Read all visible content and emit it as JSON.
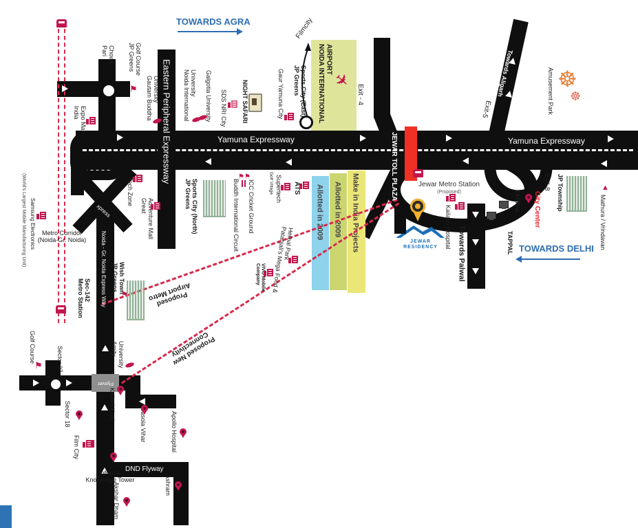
{
  "directions": {
    "agra": "TOWARDS AGRA",
    "delhi": "TOWARDS DELHI"
  },
  "roads": {
    "yamuna": "Yamuna Expressway",
    "eastern": "Eastern Peripheral Expressway",
    "noida_gr": "Noida - Gr. Noida Express Way",
    "dnd": "DND Flyway",
    "toll_plaza": "JEWAR TOLL PLAZA",
    "jewar": "JEWAR",
    "towards_aligarh": "Towards Aligarh",
    "towards_palwal": "Towards Palwal",
    "xpress": "xpress",
    "flyover": "Flyover",
    "exit4": "Exit - 4",
    "exit5": "Exit-5",
    "exit8": "Exit-8"
  },
  "airport": {
    "name": "NOIDA INTERNATIONAL\nAIRPORT"
  },
  "legend": {
    "blue": "Allotted in 2009",
    "green": "Allotted in 2009",
    "yellow": "Make in India Projects"
  },
  "transit": {
    "metro_station": "Jewar Metro Station",
    "metro_station_sub": "(Proposed)",
    "metro_corridor": "Metro Corridor\n(Noida-Gr. Noida)",
    "metro_station_142": "Metro Station\nSec-142",
    "proposed_airport_metro": "Proposed\nAirport Metro",
    "proposed_new_connectivity": "Proposed New\nConnectivity"
  },
  "landmarks": {
    "pari_chowk": "Pari\nChowk",
    "jp_golf": "JP Greens\nGolf Course",
    "gautam": "Gautam Buddha\nUniversity",
    "noida_univ": "Noida International\nUniversity",
    "galgotia": "Galgotia University",
    "sds": "SDS  NRI City",
    "night_safari": "NIGHT SAFARI",
    "gaur": "Gaur Yamuna City",
    "sports_east": "JP Greens\nSports City (East)",
    "filmcity": "Filmcity",
    "expo": "India\nExpo Mart",
    "samsung": "Samsung Electronics",
    "samsung_sub": "(World's Largest Mobile Manufacturing Unit)",
    "tech_zone": "Tech Zone",
    "adventure": "Great\nAdventure Mall",
    "sports_north": "JP Greens\nSports City (North)",
    "buddh": "Buddh International Circuit",
    "icc": "ICC Cricket Ground",
    "golf_village": "Golf Village",
    "supertech": "Supertech",
    "ats": "ATS",
    "patanjali": "Patanjali's Mega Food &\nHerbal Park",
    "vivo": "Company\nVIVO Mobile",
    "wish_town": "JP Greens\nWish Town",
    "amity": "Amity\nUniversity",
    "kailash": "Kailash Hospital",
    "township": "JP Township",
    "city_center": "City Center",
    "tappal": "TAPPAL",
    "mathura": "Mathura / Vrindavan",
    "amusement": "Amusement Park",
    "golf_course": "Golf Course",
    "sector37": "Sector 37",
    "sector18": "Sector 18",
    "film_city": "Film City",
    "kalindi": "Kalindi Kunj",
    "jasola": "Jasola Vihar",
    "apollo": "Apollo Hospital",
    "ashram": "Ashram",
    "akshar": "Akshar Dham",
    "infraline": "Infraline\nKnowledge Tower"
  },
  "logo": {
    "name": "JEWAR RESIDENCY"
  },
  "colors": {
    "road": "#0f0f0f",
    "accent_red": "#c2174e",
    "toll_red": "#ee3124",
    "towards_blue": "#2e6db4",
    "bar_blue": "#8ed2ec",
    "bar_green": "#cbd671",
    "bar_yellow": "#ebe678",
    "airport_green": "#dfe49b"
  }
}
